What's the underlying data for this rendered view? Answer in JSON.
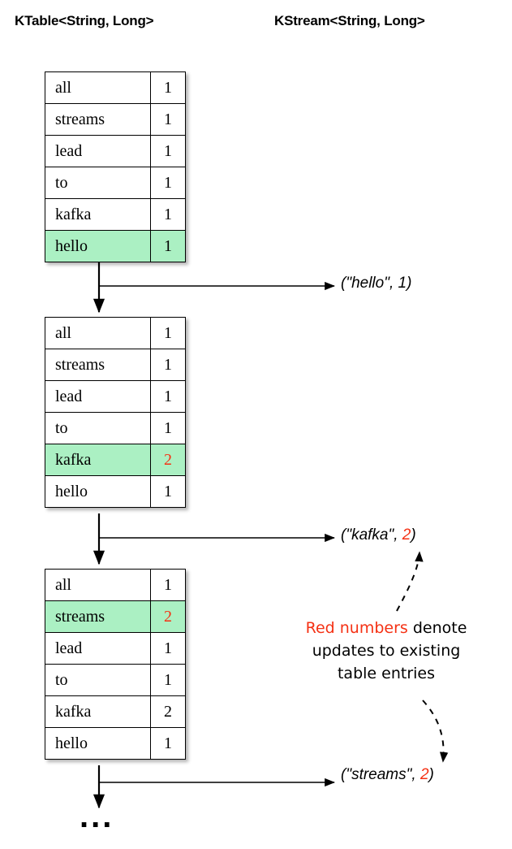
{
  "headers": {
    "ktable": "KTable<String, Long>",
    "kstream": "KStream<String, Long>"
  },
  "colors": {
    "highlight_green": "#abf0c3",
    "update_red": "#f53114",
    "text_black": "#000000",
    "background": "#ffffff"
  },
  "tables": [
    {
      "id": "table-1",
      "rows": [
        {
          "key": "all",
          "value": "1",
          "highlighted": false,
          "red": false
        },
        {
          "key": "streams",
          "value": "1",
          "highlighted": false,
          "red": false
        },
        {
          "key": "lead",
          "value": "1",
          "highlighted": false,
          "red": false
        },
        {
          "key": "to",
          "value": "1",
          "highlighted": false,
          "red": false
        },
        {
          "key": "kafka",
          "value": "1",
          "highlighted": false,
          "red": false
        },
        {
          "key": "hello",
          "value": "1",
          "highlighted": true,
          "red": false
        }
      ]
    },
    {
      "id": "table-2",
      "rows": [
        {
          "key": "all",
          "value": "1",
          "highlighted": false,
          "red": false
        },
        {
          "key": "streams",
          "value": "1",
          "highlighted": false,
          "red": false
        },
        {
          "key": "lead",
          "value": "1",
          "highlighted": false,
          "red": false
        },
        {
          "key": "to",
          "value": "1",
          "highlighted": false,
          "red": false
        },
        {
          "key": "kafka",
          "value": "2",
          "highlighted": true,
          "red": true
        },
        {
          "key": "hello",
          "value": "1",
          "highlighted": false,
          "red": false
        }
      ]
    },
    {
      "id": "table-3",
      "rows": [
        {
          "key": "all",
          "value": "1",
          "highlighted": false,
          "red": false
        },
        {
          "key": "streams",
          "value": "2",
          "highlighted": true,
          "red": true
        },
        {
          "key": "lead",
          "value": "1",
          "highlighted": false,
          "red": false
        },
        {
          "key": "to",
          "value": "1",
          "highlighted": false,
          "red": false
        },
        {
          "key": "kafka",
          "value": "2",
          "highlighted": false,
          "red": false
        },
        {
          "key": "hello",
          "value": "1",
          "highlighted": false,
          "red": false
        }
      ]
    }
  ],
  "records": [
    {
      "id": "rec-1",
      "prefix": "(\"hello\", ",
      "number": "1",
      "suffix": ")",
      "number_red": false
    },
    {
      "id": "rec-2",
      "prefix": "(\"kafka\", ",
      "number": "2",
      "suffix": ")",
      "number_red": true
    },
    {
      "id": "rec-3",
      "prefix": "(\"streams\", ",
      "number": "2",
      "suffix": ")",
      "number_red": true
    }
  ],
  "annotation": {
    "highlight": "Red numbers",
    "rest": " denote",
    "line2": "updates to existing",
    "line3": "table entries"
  },
  "ellipsis": "..."
}
